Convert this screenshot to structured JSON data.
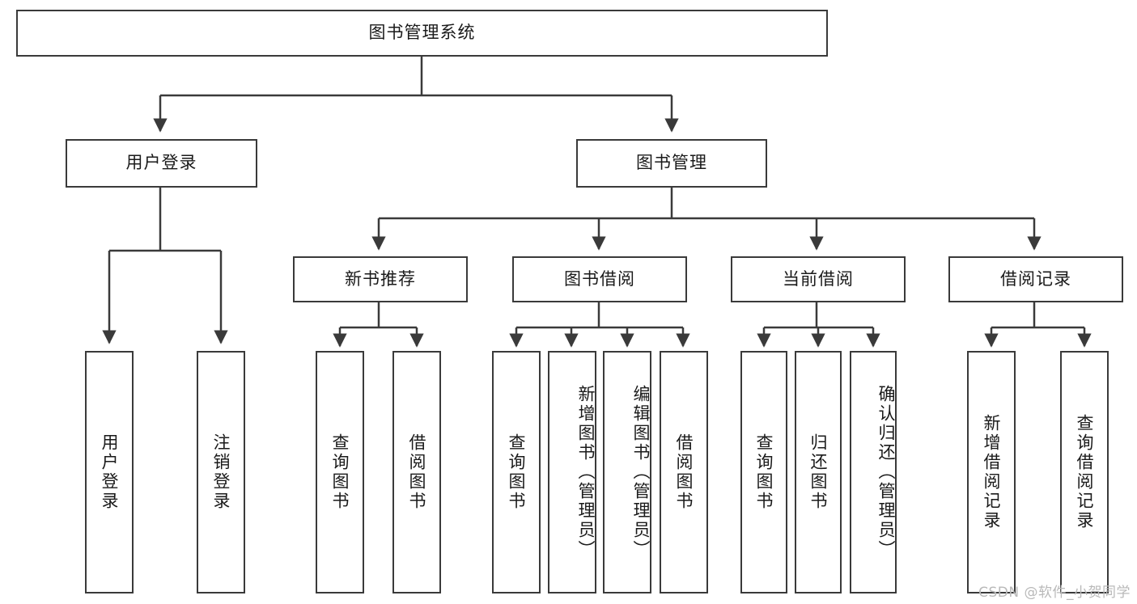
{
  "diagram": {
    "type": "tree-hierarchy-diagram",
    "title": "图书管理系统",
    "style": {
      "box_border_color": "#3a3a3a",
      "box_fill_color": "#ffffff",
      "line_color": "#3a3a3a",
      "text_color": "#1a1a1a",
      "background": "#ffffff"
    },
    "root": {
      "label": "图书管理系统"
    },
    "level2": [
      {
        "label": "用户登录"
      },
      {
        "label": "图书管理"
      }
    ],
    "level3": [
      {
        "label": "新书推荐"
      },
      {
        "label": "图书借阅"
      },
      {
        "label": "当前借阅"
      },
      {
        "label": "借阅记录"
      }
    ],
    "leaves": {
      "user_login": [
        {
          "label": "用户登录"
        },
        {
          "label": "注销登录"
        }
      ],
      "new_book_recommend": [
        {
          "label": "查询图书"
        },
        {
          "label": "借阅图书"
        }
      ],
      "book_borrow": [
        {
          "label": "查询图书"
        },
        {
          "label": "新增图书（管理员）"
        },
        {
          "label": "编辑图书（管理员）"
        },
        {
          "label": "借阅图书"
        }
      ],
      "current_borrow": [
        {
          "label": "查询图书"
        },
        {
          "label": "归还图书"
        },
        {
          "label": "确认归还（管理员）"
        }
      ],
      "borrow_record": [
        {
          "label": "新增借阅记录"
        },
        {
          "label": "查询借阅记录"
        }
      ]
    }
  },
  "watermark": {
    "text": "CSDN @软件_小贺同学"
  }
}
